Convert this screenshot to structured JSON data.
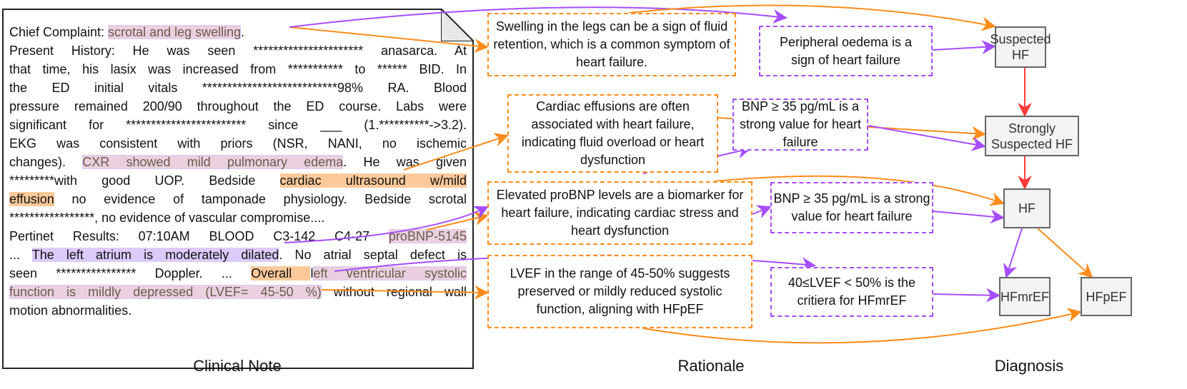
{
  "note": {
    "lines": [
      {
        "last": true,
        "segs": [
          {
            "t": "Chief Complaint: "
          },
          {
            "t": "scrotal and leg swelling",
            "hl": "pink"
          },
          {
            "t": "."
          }
        ]
      },
      {
        "segs": [
          {
            "t": "Present History: He was seen ********************** anasarca. At"
          }
        ]
      },
      {
        "segs": [
          {
            "t": "that time, his lasix was increased from *********** to ****** BID. In"
          }
        ]
      },
      {
        "segs": [
          {
            "t": "the ED initial vitals ***************************98% RA. Blood"
          }
        ]
      },
      {
        "segs": [
          {
            "t": "pressure remained 200/90 throughout the ED course. Labs were"
          }
        ]
      },
      {
        "segs": [
          {
            "t": "significant for ************************ since ___ (1.**********->3.2)."
          }
        ]
      },
      {
        "segs": [
          {
            "t": "EKG was consistent with priors (NSR, NANI, no ischemic"
          }
        ]
      },
      {
        "segs": [
          {
            "t": "changes). "
          },
          {
            "t": "CXR showed mild pulmonary edema",
            "hl": "pink"
          },
          {
            "t": ". He was given"
          }
        ]
      },
      {
        "segs": [
          {
            "t": "*********with good UOP. Bedside "
          },
          {
            "t": "cardiac ultrasound w/mild",
            "hl": "orange"
          }
        ]
      },
      {
        "segs": [
          {
            "t": "effusion",
            "hl": "orange"
          },
          {
            "t": " no evidence of tamponade physiology. Bedside scrotal"
          }
        ]
      },
      {
        "last": true,
        "segs": [
          {
            "t": "*****************, no evidence of vascular compromise...."
          }
        ]
      },
      {
        "segs": [
          {
            "t": "Pertinet Results:  07:10AM BLOOD C3-142 C4-27 "
          },
          {
            "t": "proBNP-5145",
            "hl": "pink"
          }
        ]
      },
      {
        "segs": [
          {
            "t": "... "
          },
          {
            "t": "The left atrium is moderately dilated",
            "hl": "purple"
          },
          {
            "t": ". No atrial septal defect is"
          }
        ]
      },
      {
        "segs": [
          {
            "t": "seen **************** Doppler. ... "
          },
          {
            "t": "Overall ",
            "hl": "orange"
          },
          {
            "t": "l"
          },
          {
            "t": "eft ventricular systolic",
            "hl": "pink"
          }
        ]
      },
      {
        "segs": [
          {
            "t": "function is mildly depressed (LVEF= 45-50 %)",
            "hl": "pink"
          },
          {
            "t": " without regional wall"
          }
        ]
      },
      {
        "last": true,
        "segs": [
          {
            "t": "motion abnormalities."
          }
        ]
      }
    ]
  },
  "rationale": [
    "Swelling in the legs can be a sign of fluid retention, which is a common symptom of heart failure.",
    "Cardiac effusions are often associated with heart failure, indicating fluid overload or heart dysfunction",
    "Elevated proBNP levels are a biomarker for heart failure, indicating cardiac stress and heart dysfunction",
    "LVEF in the range of 45-50% suggests preserved or mildly reduced systolic function, aligning with HFpEF"
  ],
  "criteria": [
    "Peripheral oedema is a sign of heart failure",
    "BNP ≥ 35 pg/mL is a strong value for heart failure",
    "BNP ≥ 35 pg/mL is a strong value for heart failure",
    "40≤LVEF < 50% is the critiera for HFmrEF"
  ],
  "diagnosis": {
    "suspected": "Suspected HF",
    "strongly": "Strongly Suspected HF",
    "hf": "HF",
    "hfmref": "HFmrEF",
    "hfpef": "HFpEF"
  },
  "captions": {
    "note": "Clinical Note",
    "rationale": "Rationale",
    "diagnosis": "Diagnosis"
  },
  "colors": {
    "orange": "#ff8c1a",
    "purple": "#a64dff",
    "red": "#ff3b3b"
  }
}
